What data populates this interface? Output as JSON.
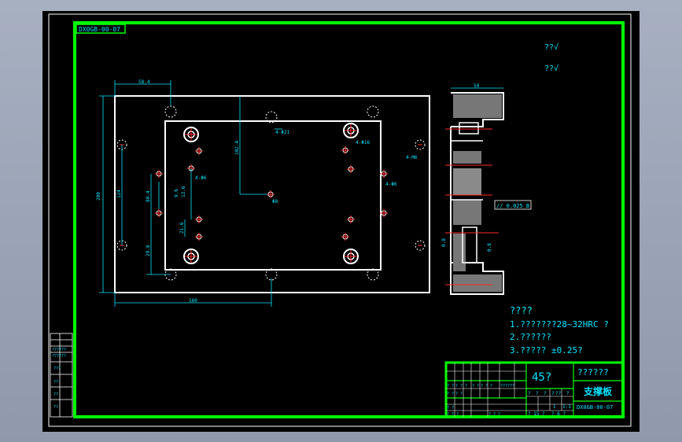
{
  "drawing": {
    "code_tab": "DX0GB-00-07",
    "roughness": [
      "??√",
      "??√"
    ],
    "dims": {
      "d_58_4": "58.4",
      "d_200": "200",
      "d_160": "160",
      "d_124": "124",
      "d_80_4": "80.4",
      "d_29_8": "29.8",
      "d_102_4": "102.4",
      "d_21_6": "21.6",
      "d_13_6": "13.6",
      "d_9_6": "9.6",
      "d_50": "50",
      "h_621": "4-Φ21",
      "h_16": "4-Φ16",
      "h_6": "4-Φ6",
      "h_8": "Φ8",
      "h_4_6": "4-Φ6",
      "h_4_m6": "4-M6",
      "r_1": "0.8",
      "r_2": "0.8"
    },
    "tolerance": "// 0.025 B"
  },
  "notes": {
    "title": "????",
    "items": [
      "1.???????28~32HRC  ?",
      "2.??????",
      "3.?????  ±0.25?"
    ]
  },
  "title_block": {
    "material": "45?",
    "company": "??????",
    "part_name": "支撑板",
    "code": "DX0GB-00-07",
    "scale_row": [
      "?",
      "?",
      "?",
      "?",
      "??",
      "?"
    ],
    "scale_values": [
      "1",
      "1:1"
    ],
    "sheet_row": [
      "? 15 ?",
      "? 6 ?"
    ],
    "small_labels": [
      "? ?",
      "? ? ?",
      "? ?",
      "? ? ?",
      "??????",
      "? ?",
      "? ?",
      "? ?",
      "? ? ?",
      "? ? ?"
    ]
  },
  "left_strip": [
    "??????",
    "??????",
    "???",
    "??",
    "??",
    "??",
    "??"
  ]
}
